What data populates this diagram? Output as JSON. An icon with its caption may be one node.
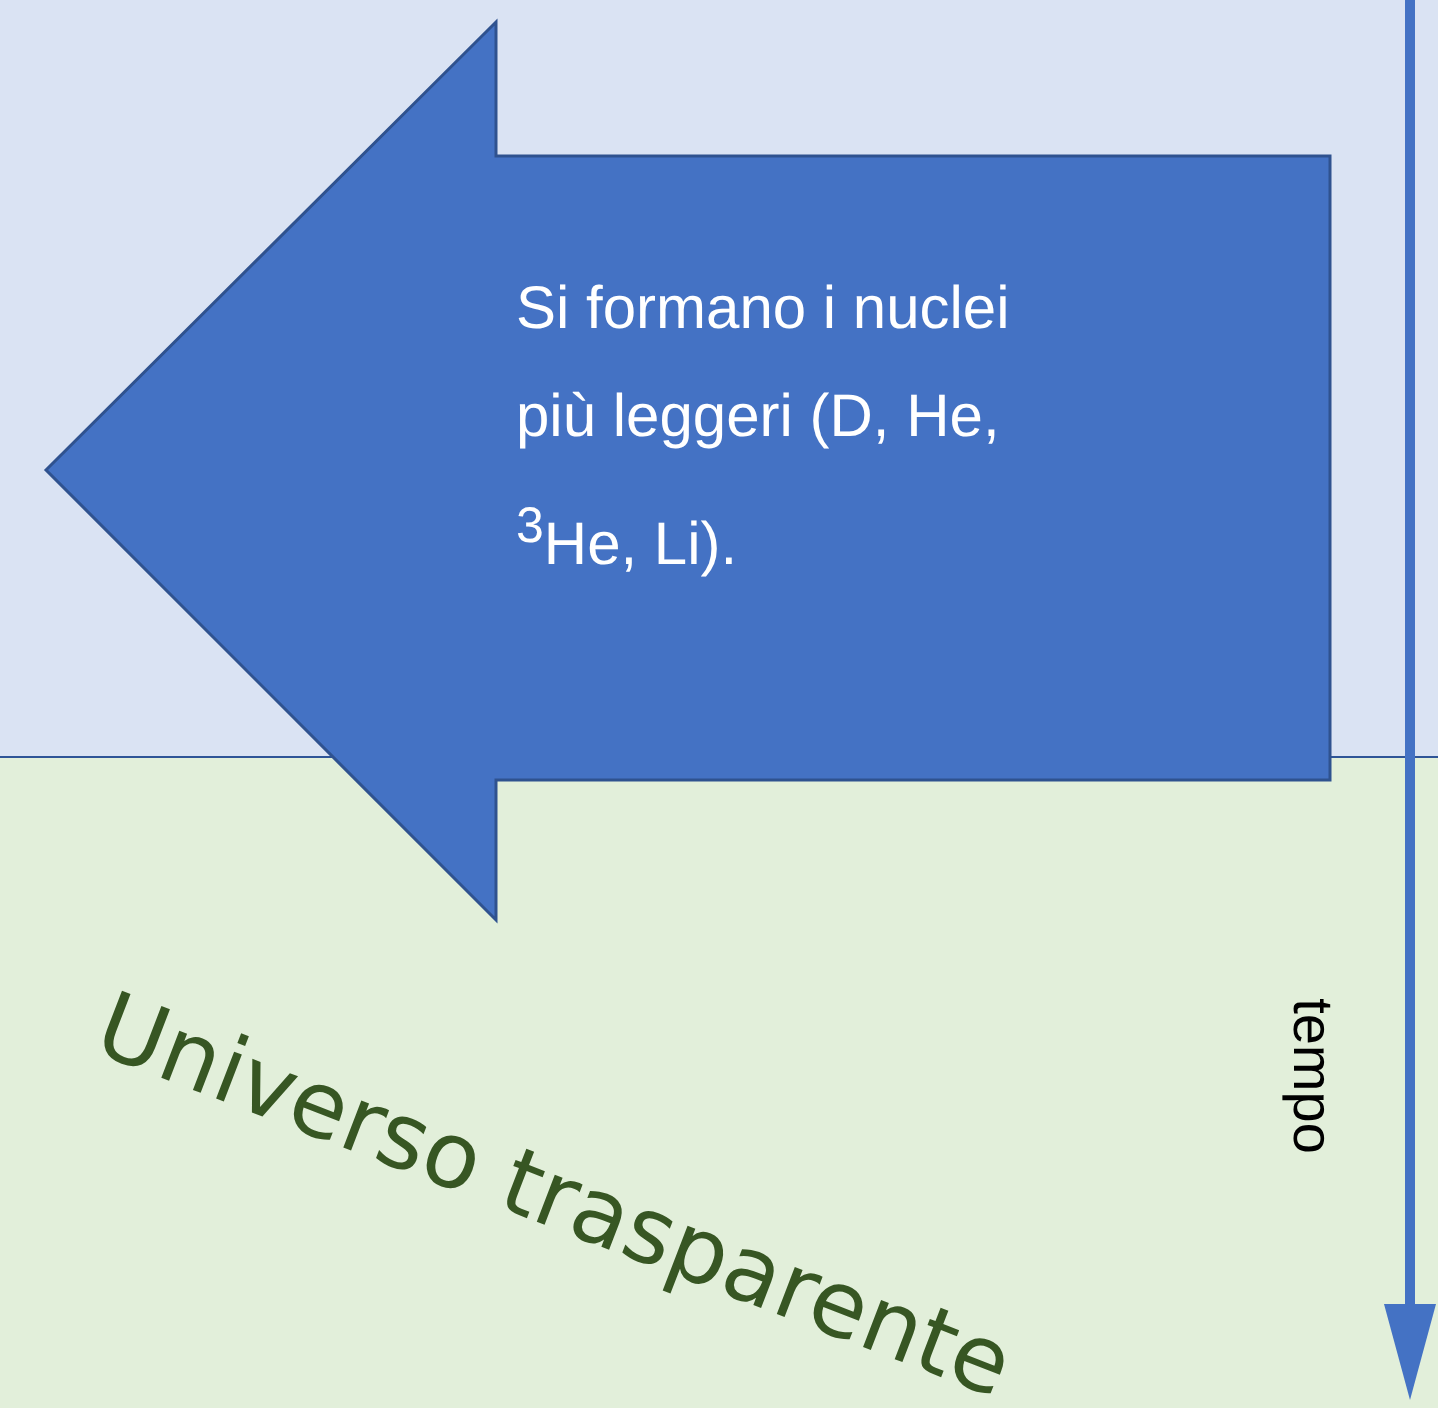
{
  "diagram": {
    "nodes": [
      {
        "text": [
          "Universo trasparente"
        ]
      },
      {
        "text": [
          "Si formano i nuclei più leggeri (D, He, $^{3}$He, Li)."
        ]
      }
    ],
    "labels": [
      "tempo"
    ]
  }
}
